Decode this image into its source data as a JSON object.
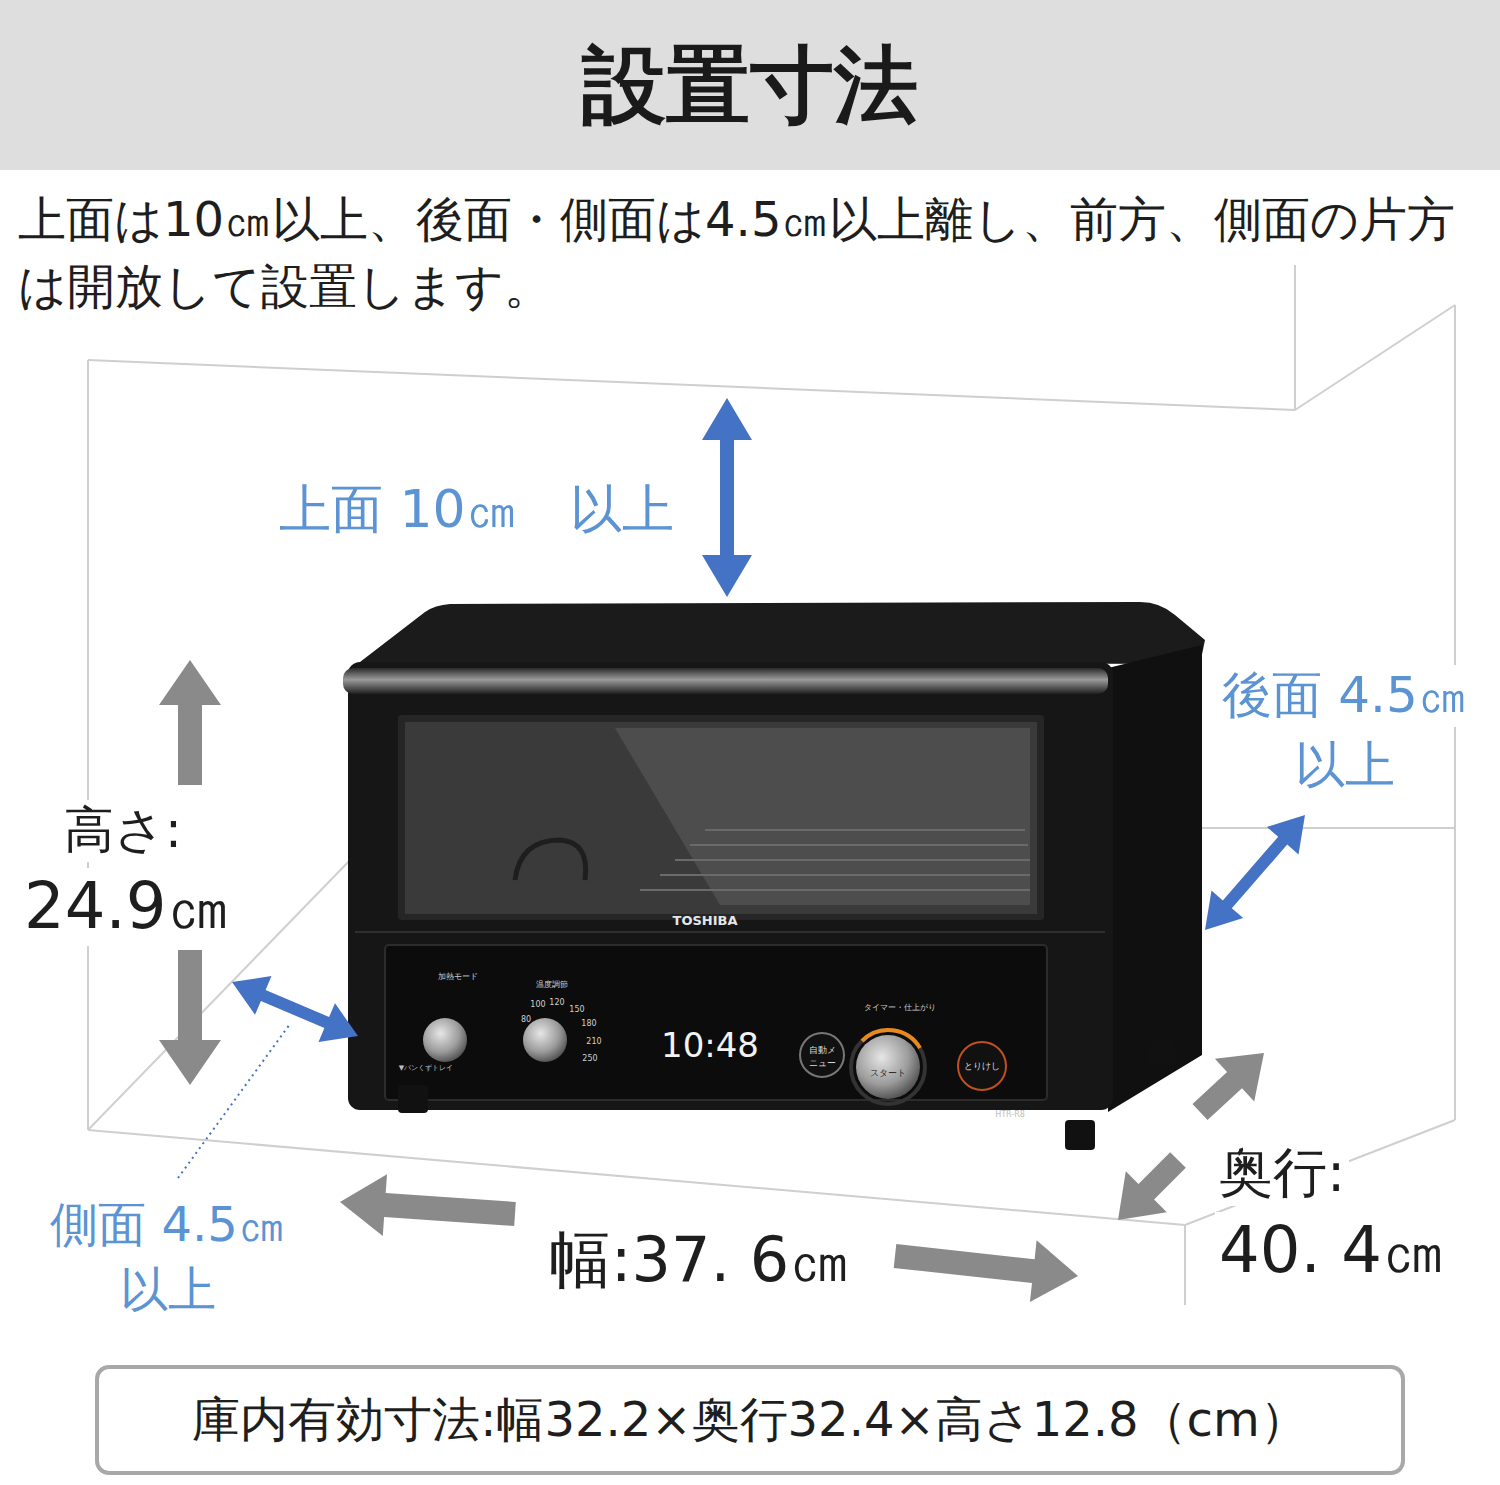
{
  "diagram": {
    "title": "設置寸法",
    "nodes": [
      {
        "text": [
          "庫内有効寸法:幅32.2×奥行32.4×高さ12.8（cm）"
        ]
      }
    ],
    "labels": [
      "上面は10㎝以上、後面・側面は4.5㎝以上離し、前方、側面の片方は開放して設置します。",
      "上面 10㎝　以上",
      "後面 4.5㎝",
      "以上",
      "高さ:",
      "24.9㎝",
      "側面 4.5㎝",
      "以上",
      "幅:37. 6㎝",
      "奥行:",
      "40. 4㎝",
      "TOSHIBA",
      "加熱モード",
      "温度調節",
      "80",
      "100",
      "120",
      "150",
      "180",
      "210",
      "250",
      "10:48",
      "自動メニュー",
      "タイマー・仕上がり",
      "スタート",
      "とりけし",
      "HTR-R8",
      "▼パンくずトレイ"
    ]
  }
}
